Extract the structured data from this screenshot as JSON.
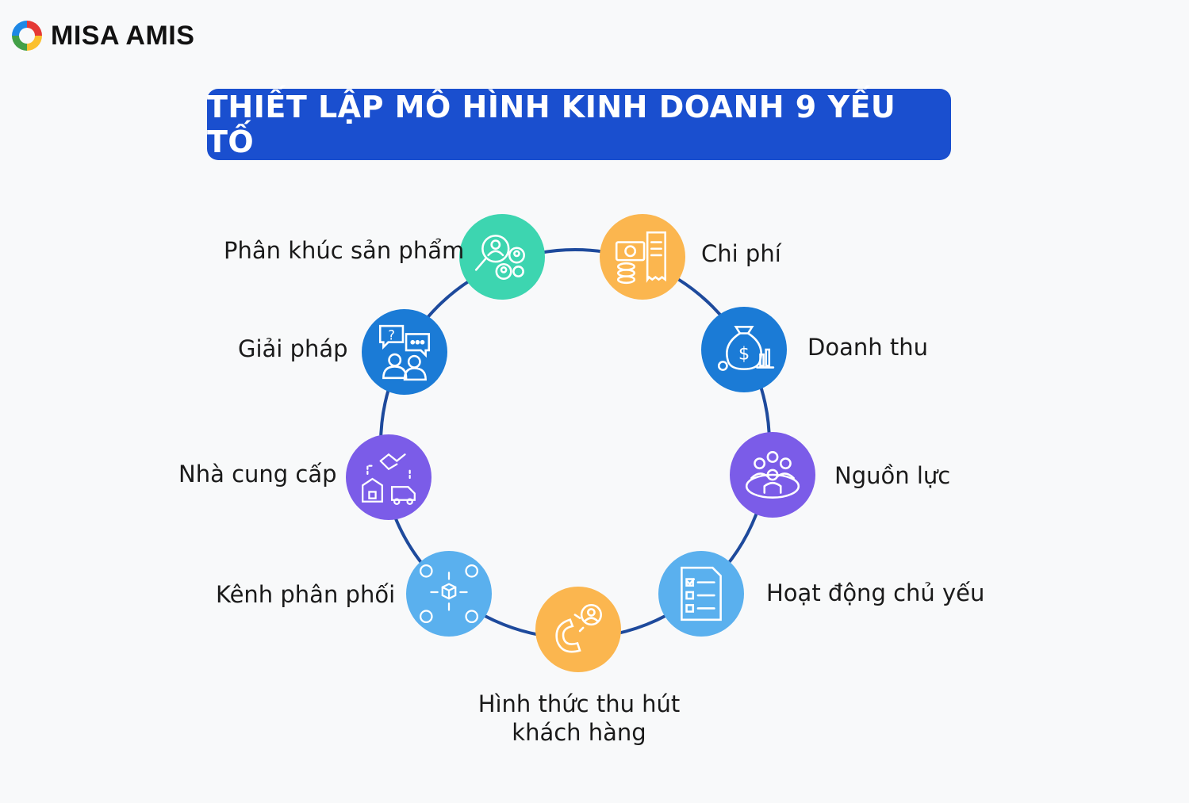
{
  "brand": {
    "logo_text": "MISA AMIS",
    "logo_colors": [
      "#e53935",
      "#fbc02d",
      "#43a047",
      "#1e88e5"
    ]
  },
  "title": "THIẾT LẬP MÔ HÌNH KINH DOANH 9 YẾU TỐ",
  "colors": {
    "title_bg": "#1a4fcf",
    "ring": "#1e4a9c",
    "teal": "#3dd5b0",
    "orange": "#fbb64f",
    "blue": "#1b7bd6",
    "purple": "#7b5ce8",
    "light_blue": "#5ab0ee"
  },
  "elements": [
    {
      "label": "Phân khúc sản phẩm",
      "icon": "magnifier-people-icon",
      "color": "#3dd5b0"
    },
    {
      "label": "Chi phí",
      "icon": "money-receipt-icon",
      "color": "#fbb64f"
    },
    {
      "label": "Doanh thu",
      "icon": "money-bag-chart-icon",
      "color": "#1b7bd6"
    },
    {
      "label": "Nguồn lực",
      "icon": "team-icon",
      "color": "#7b5ce8"
    },
    {
      "label": "Hoạt động chủ yếu",
      "icon": "checklist-icon",
      "color": "#5ab0ee"
    },
    {
      "label": "Hình thức thu hút khách hàng",
      "icon": "magnet-user-icon",
      "color": "#fbb64f"
    },
    {
      "label": "Kênh phân phối",
      "icon": "distribution-globe-icon",
      "color": "#5ab0ee"
    },
    {
      "label": "Nhà cung cấp",
      "icon": "handshake-truck-icon",
      "color": "#7b5ce8"
    },
    {
      "label": "Giải pháp",
      "icon": "chat-people-icon",
      "color": "#1b7bd6"
    }
  ]
}
